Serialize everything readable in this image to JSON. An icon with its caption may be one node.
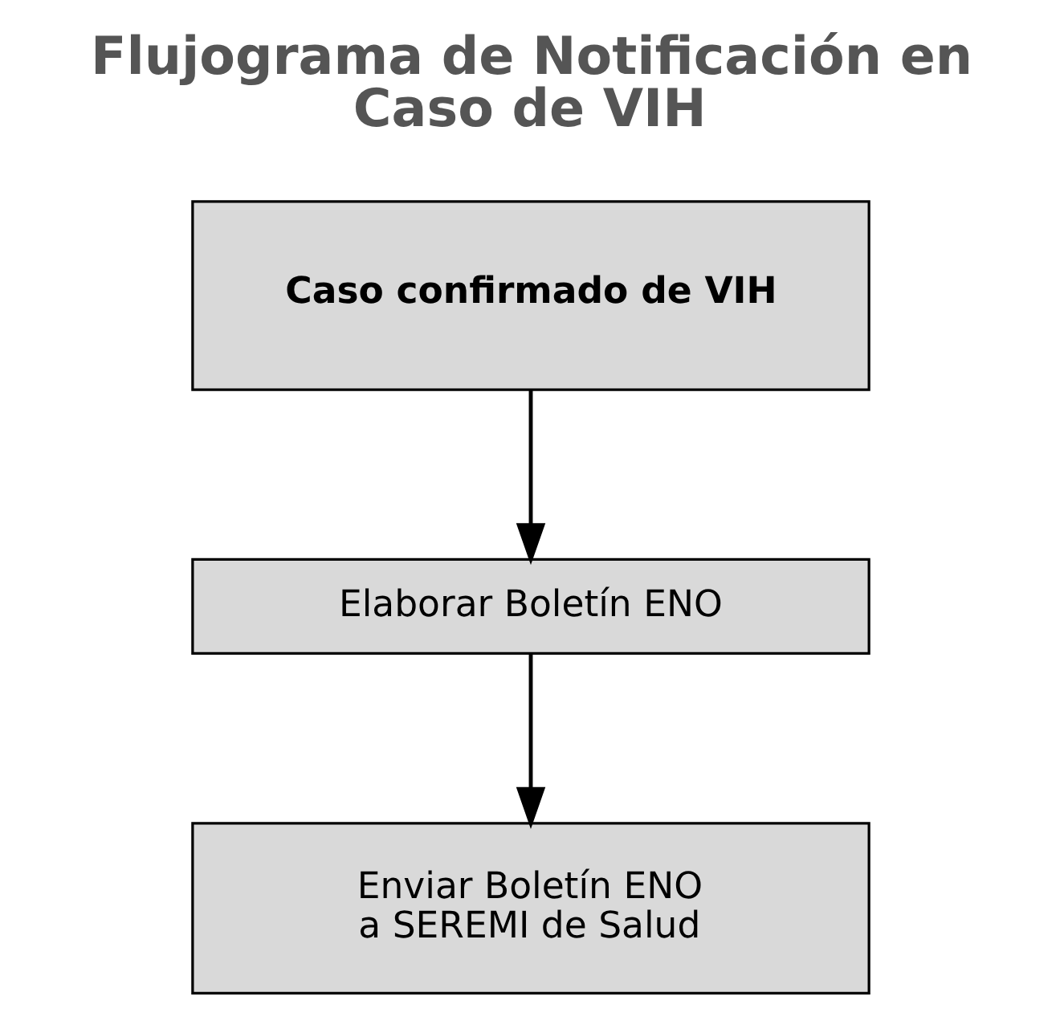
{
  "diagram": {
    "title": "Flujograma de Notificación en Caso de VIH",
    "nodes": [
      {
        "text": [
          "Caso confirmado de VIH"
        ]
      },
      {
        "text": [
          "Elaborar Boletín ENO"
        ]
      },
      {
        "text": [
          "Enviar Boletín ENO a SEREMI de Salud"
        ]
      }
    ],
    "edges": [
      {
        "from": 0,
        "to": 1,
        "arrow": "to"
      },
      {
        "from": 1,
        "to": 2,
        "arrow": "to"
      }
    ]
  }
}
